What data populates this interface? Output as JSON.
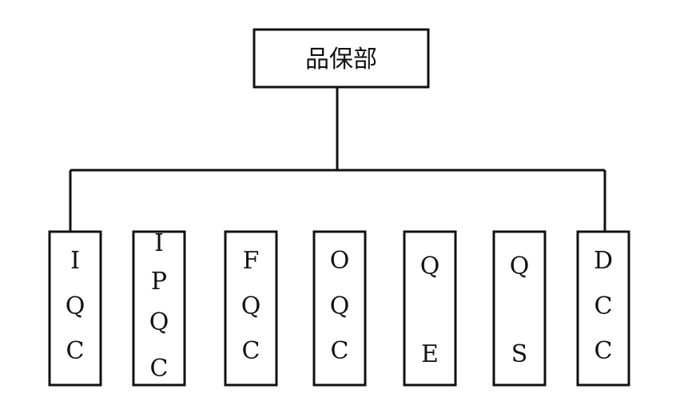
{
  "diagram": {
    "root": {
      "label": "品保部"
    },
    "children": [
      {
        "label": "IQC",
        "chars": [
          "I",
          "Q",
          "C"
        ]
      },
      {
        "label": "IPQC",
        "chars": [
          "I",
          "P",
          "Q",
          "C"
        ]
      },
      {
        "label": "FQC",
        "chars": [
          "F",
          "Q",
          "C"
        ]
      },
      {
        "label": "OQC",
        "chars": [
          "O",
          "Q",
          "C"
        ]
      },
      {
        "label": "QE",
        "chars": [
          "Q",
          "E"
        ]
      },
      {
        "label": "QS",
        "chars": [
          "Q",
          "S"
        ]
      },
      {
        "label": "DCC",
        "chars": [
          "D",
          "C",
          "C"
        ]
      }
    ],
    "colors": {
      "stroke": "#111111",
      "background": "#ffffff"
    }
  }
}
